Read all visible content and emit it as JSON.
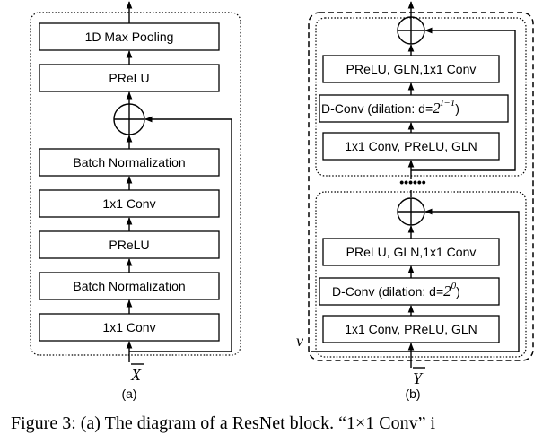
{
  "resnet": {
    "layers": [
      "1D Max Pooling",
      "PReLU",
      "Batch Normalization",
      "1x1 Conv",
      "PReLU",
      "Batch Normalization",
      "1x1 Conv"
    ],
    "input": "X",
    "label": "(a)"
  },
  "tcn": {
    "top_block": {
      "layers": [
        "PReLU, GLN,1x1 Conv",
        "1x1 Conv, PReLU, GLN"
      ],
      "dconv_prefix": "D-Conv (dilation: d=",
      "dconv_base": "2",
      "dconv_exp": "I−1",
      "dconv_suffix": ")"
    },
    "bottom_block": {
      "layers": [
        "PReLU, GLN,1x1 Conv",
        "1x1 Conv, PReLU, GLN"
      ],
      "dconv_prefix": "D-Conv (dilation: d=",
      "dconv_base": "2",
      "dconv_exp": "0",
      "dconv_suffix": ")"
    },
    "ellipsis": "••••••",
    "input": "Y",
    "side_input": "v",
    "label": "(b)"
  },
  "caption": "Figure 3: (a) The diagram of a ResNet block. “1×1 Conv” i"
}
